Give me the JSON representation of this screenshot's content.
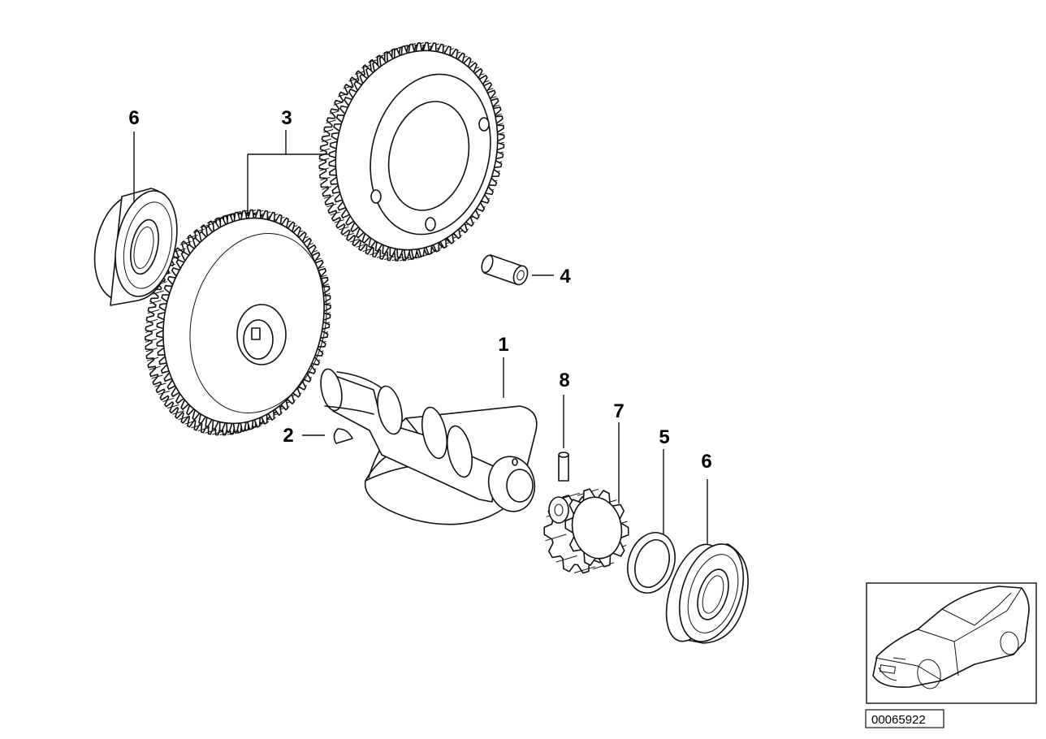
{
  "callouts": {
    "c1": "1",
    "c2": "2",
    "c3": "3",
    "c4": "4",
    "c5": "5",
    "c6a": "6",
    "c6b": "6",
    "c7": "7",
    "c8": "8"
  },
  "reference_number": "00065922",
  "colors": {
    "line": "#111111",
    "background": "#ffffff"
  }
}
